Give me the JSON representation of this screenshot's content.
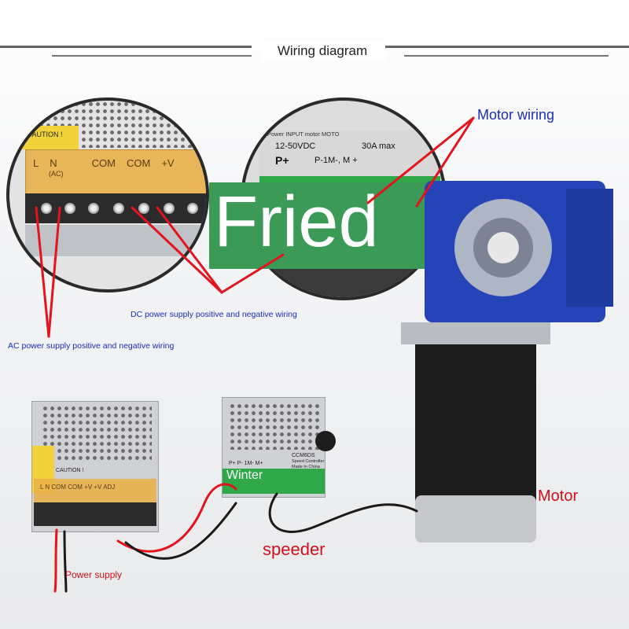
{
  "header": {
    "title": "Wiring diagram"
  },
  "labels": {
    "motor_wiring": "Motor wiring",
    "dc_wiring": "DC power supply positive and negative wiring",
    "ac_wiring": "AC power supply positive and negative wiring",
    "motor": "Motor",
    "speeder": "speeder",
    "power_supply": "Power supply",
    "winter": "Winter",
    "watermark": "Fried"
  },
  "left_callout": {
    "caution": "CAUTION !",
    "terminal_labels": [
      "L",
      "N",
      "COM",
      "COM",
      "+V"
    ],
    "ac_label": "(AC)"
  },
  "mid_callout": {
    "header_small": "Power INPUT motor MOTO",
    "voltage": "12-50VDC",
    "current": "30A max",
    "p_plus": "P+",
    "motor_terms": "P-1M-, M +"
  },
  "controller": {
    "model": "CCM6DS",
    "subtitle": "Speed Controller",
    "made_in": "Made In China",
    "terms": "P+ P- 1M- M+"
  },
  "psu_bottom": {
    "caution": "CAUTION !",
    "terminal_labels": "L  N  COM COM +V  +V ADJ"
  },
  "colors": {
    "label_red": "#d0101a",
    "label_blue": "#1b2db8",
    "wire_red": "#e3141c",
    "motor_blue": "#2644b8",
    "terminal_green": "#2fa84a",
    "cover_orange": "#e9b04a"
  }
}
